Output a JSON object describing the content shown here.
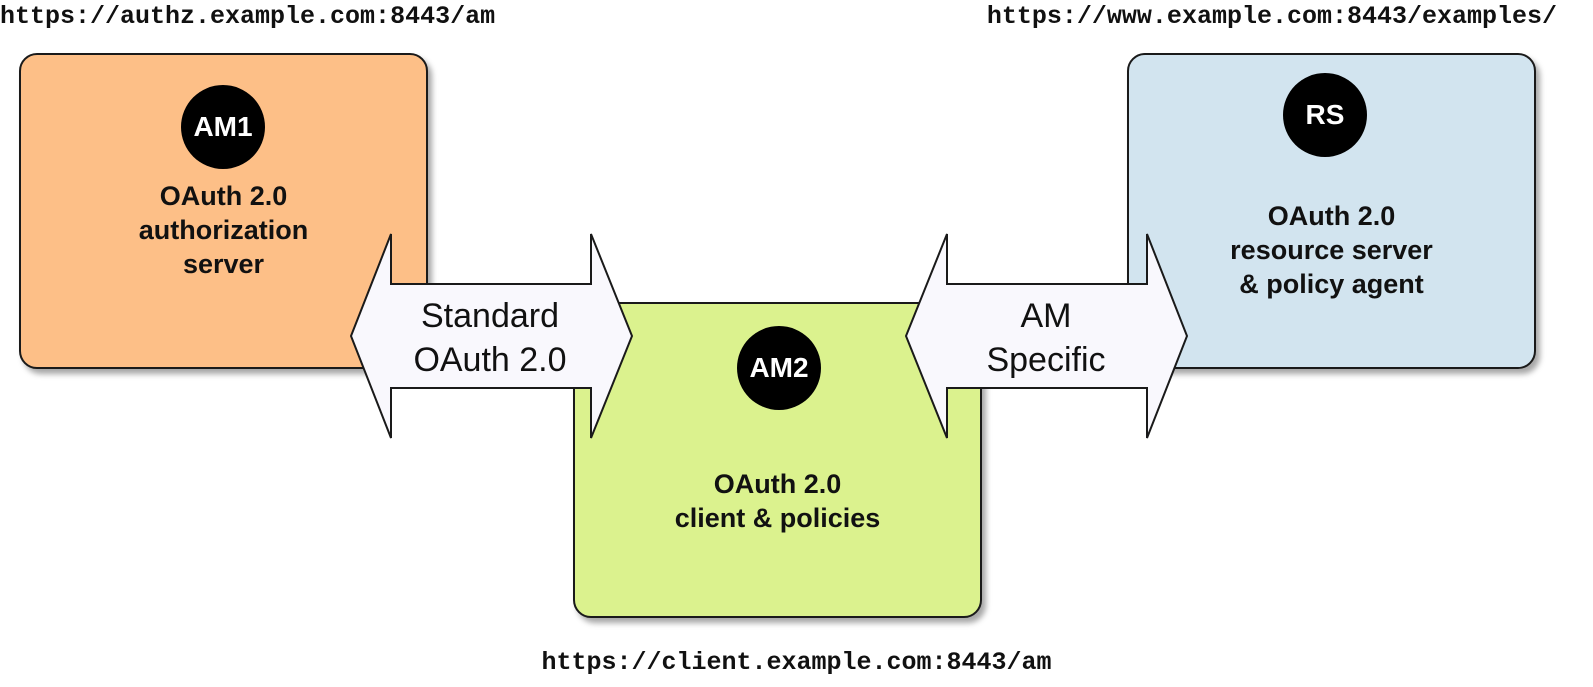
{
  "urls": {
    "authorization_server": "https://authz.example.com:8443/am",
    "resource_server": "https://www.example.com:8443/examples/",
    "client": "https://client.example.com:8443/am"
  },
  "nodes": {
    "am1": {
      "badge": "AM1",
      "lines": [
        "OAuth 2.0",
        "authorization",
        "server"
      ],
      "color": "#fdbf87"
    },
    "am2": {
      "badge": "AM2",
      "lines": [
        "OAuth 2.0",
        "client & policies"
      ],
      "color": "#dbf28e"
    },
    "rs": {
      "badge": "RS",
      "lines": [
        "OAuth 2.0",
        "resource server",
        "& policy agent"
      ],
      "color": "#d2e4ef"
    }
  },
  "arrows": {
    "left": {
      "lines": [
        "Standard",
        "OAuth 2.0"
      ]
    },
    "right": {
      "lines": [
        "AM",
        "Specific"
      ]
    },
    "fill_color": "#f9f8fd"
  }
}
